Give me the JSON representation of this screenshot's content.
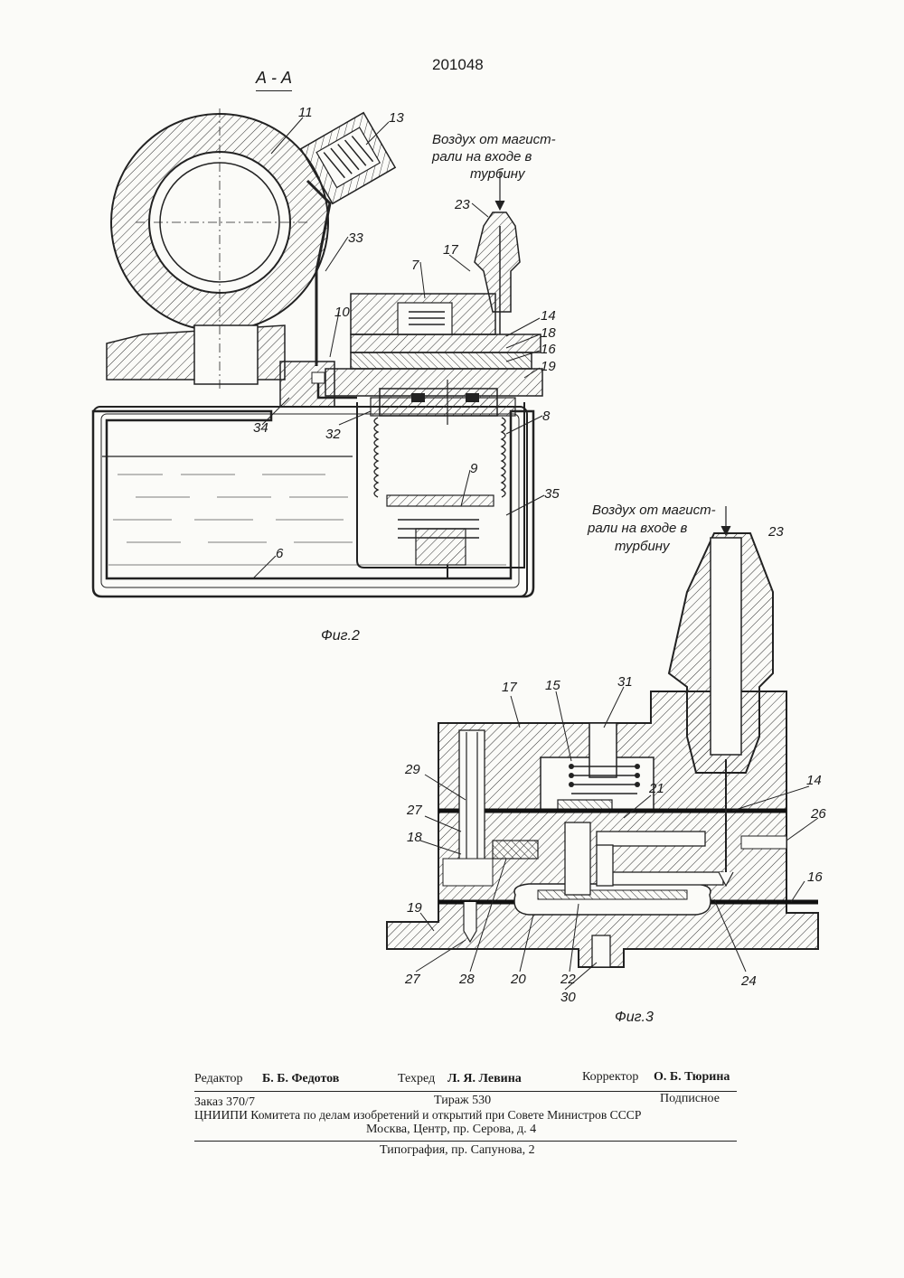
{
  "patent_number": "201048",
  "section_label": "А - А",
  "fig2": {
    "caption": "Фиг.2",
    "air_label": [
      "Воздух от магист-",
      "рали на входе в",
      "турбину"
    ],
    "labels": [
      "11",
      "13",
      "23",
      "17",
      "33",
      "7",
      "14",
      "18",
      "16",
      "19",
      "10",
      "34",
      "32",
      "8",
      "9",
      "35",
      "6"
    ]
  },
  "fig3": {
    "caption": "Фиг.3",
    "air_label": [
      "Воздух от магист-",
      "рали на входе в",
      "турбину"
    ],
    "labels": [
      "23",
      "17",
      "15",
      "31",
      "29",
      "21",
      "27",
      "14",
      "26",
      "18",
      "19",
      "16",
      "27",
      "28",
      "20",
      "22",
      "30",
      "24"
    ]
  },
  "footer": {
    "editor_label": "Редактор",
    "editor_name": "Б. Б. Федотов",
    "techred_label": "Техред",
    "techred_name": "Л. Я. Левина",
    "corrector_label": "Корректор",
    "corrector_name": "О. Б. Тюрина",
    "order": "Заказ 370/7",
    "print_run": "Тираж 530",
    "subscription": "Подписное",
    "institute": "ЦНИИПИ Комитета по делам изобретений и открытий при Совете Министров СССР",
    "address": "Москва, Центр, пр. Серова, д. 4",
    "printing": "Типография, пр. Сапунова, 2"
  }
}
